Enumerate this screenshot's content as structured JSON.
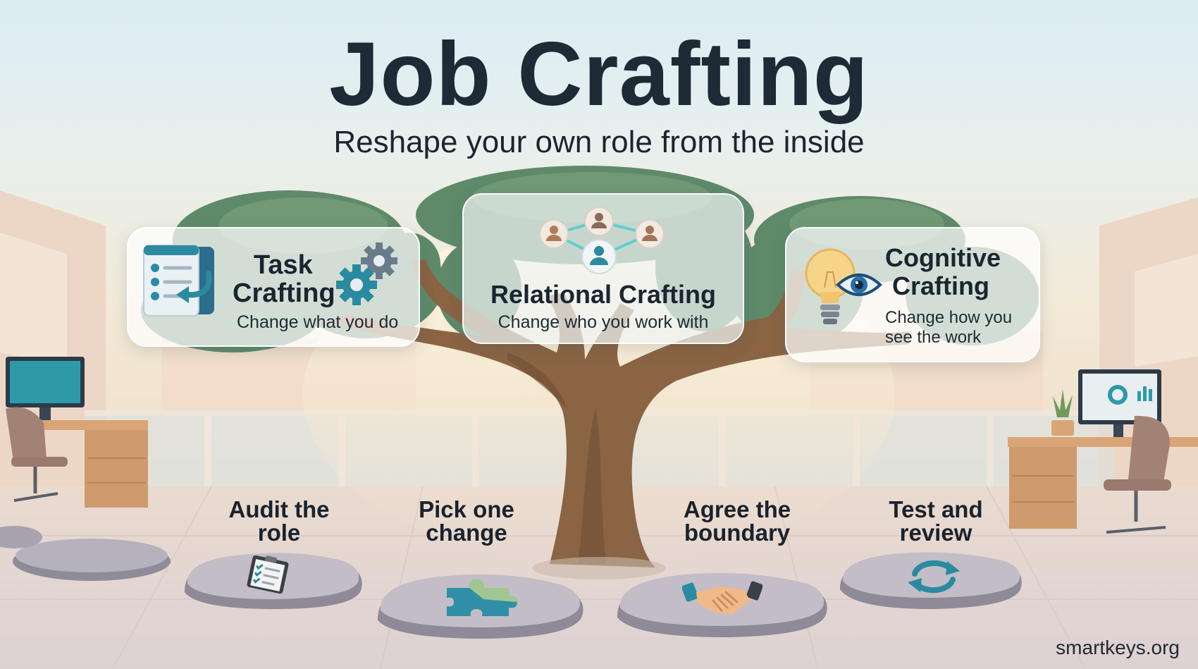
{
  "header": {
    "title": "Job Crafting",
    "subtitle": "Reshape your own role from the inside"
  },
  "cards": {
    "task": {
      "title_line1": "Task",
      "title_line2": "Crafting",
      "subtitle": "Change what you do",
      "icons": [
        "checklist-icon",
        "arrow-icon",
        "gear-icon"
      ]
    },
    "relational": {
      "title": "Relational Crafting",
      "subtitle": "Change who you work with",
      "icons": [
        "people-network-icon"
      ]
    },
    "cognitive": {
      "title_line1": "Cognitive",
      "title_line2": "Crafting",
      "subtitle_line1": "Change how you",
      "subtitle_line2": "see the work",
      "icons": [
        "lightbulb-icon",
        "eye-icon"
      ]
    }
  },
  "steps": [
    {
      "line1": "Audit the",
      "line2": "role",
      "icon": "clipboard-icon"
    },
    {
      "line1": "Pick one",
      "line2": "change",
      "icon": "puzzle-icon"
    },
    {
      "line1": "Agree the",
      "line2": "boundary",
      "icon": "handshake-icon"
    },
    {
      "line1": "Test and",
      "line2": "review",
      "icon": "refresh-icon"
    }
  ],
  "footer": {
    "site": "smartkeys.org"
  },
  "colors": {
    "title": "#1e2a36",
    "teal": "#2a8aa0",
    "trunk": "#8a6443",
    "foliage": "#5e8a6a"
  }
}
